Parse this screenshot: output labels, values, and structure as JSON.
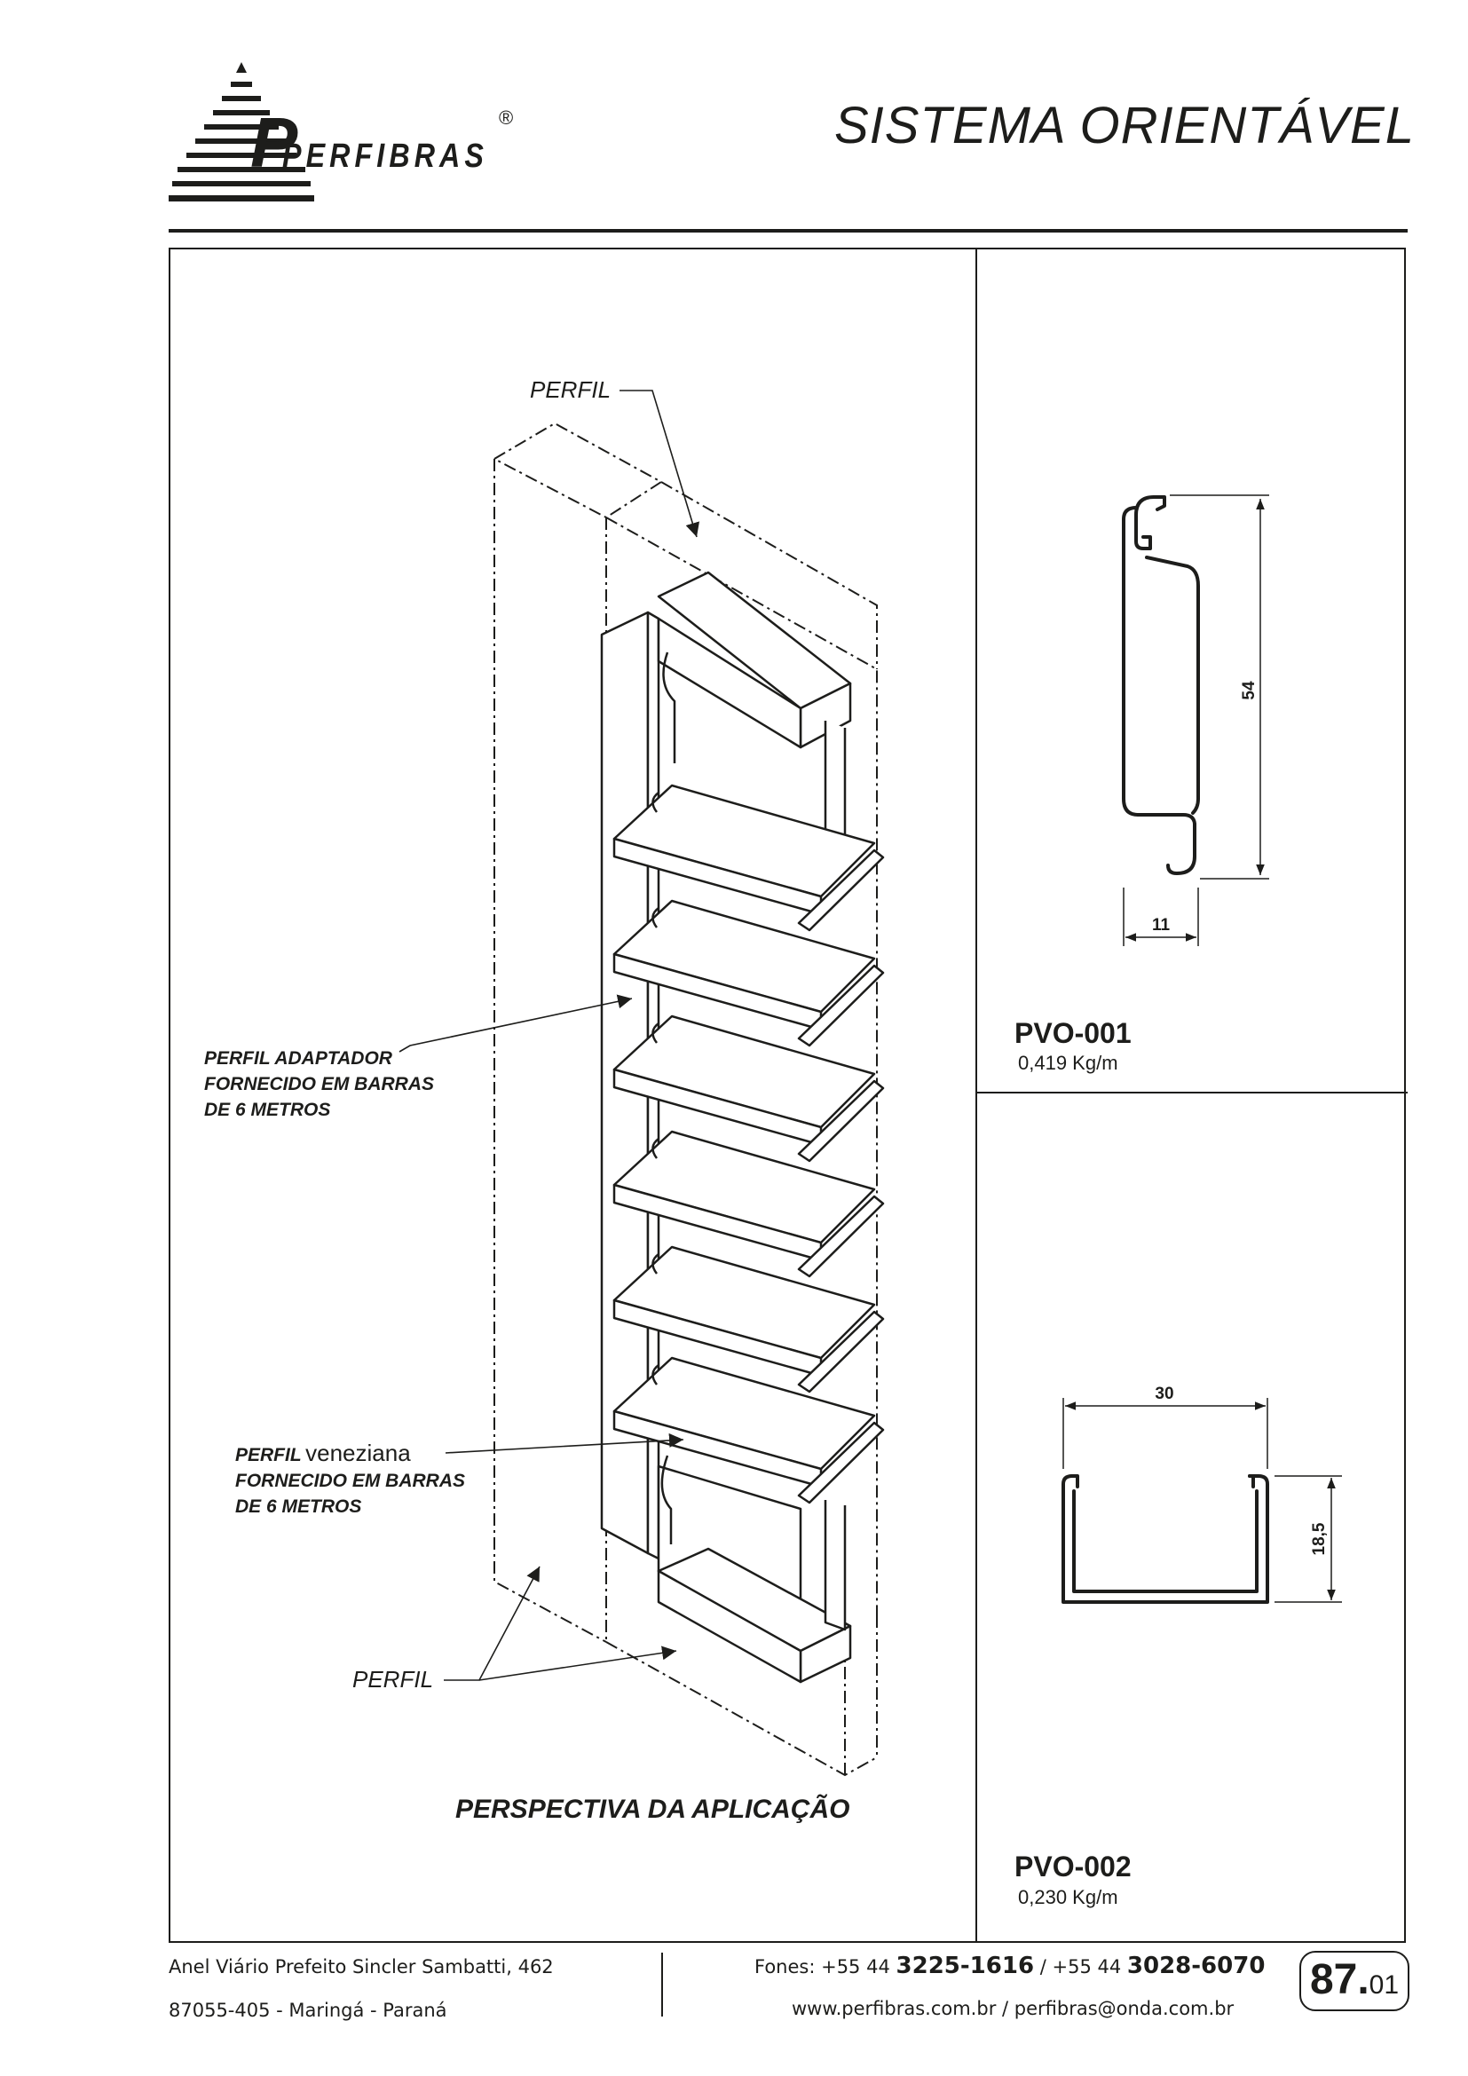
{
  "header": {
    "logo_text": "PERFIBRAS",
    "registered_mark": "®",
    "title": "SISTEMA ORIENTÁVEL"
  },
  "perspective": {
    "label_top": "PERFIL",
    "label_adapter": [
      "PERFIL ADAPTADOR",
      "FORNECIDO EM BARRAS",
      "DE 6 METROS"
    ],
    "label_blind_prefix": "PERFIL",
    "label_blind_word": "veneziana",
    "label_blind_lines": [
      "FORNECIDO EM BARRAS",
      "DE 6 METROS"
    ],
    "label_bottom": "PERFIL",
    "caption": "PERSPECTIVA DA APLICAÇÃO"
  },
  "profiles": [
    {
      "code": "PVO-001",
      "weight": "0,419 Kg/m",
      "dim_height": "54",
      "dim_width": "11"
    },
    {
      "code": "PVO-002",
      "weight": "0,230 Kg/m",
      "dim_width": "30",
      "dim_height": "18,5"
    }
  ],
  "footer": {
    "address_line1": "Anel Viário Prefeito Sincler Sambatti, 462",
    "address_line2": "87055-405  -  Maringá  -  Paraná",
    "phones_prefix1": "Fones: +55  44",
    "phone1": "3225-1616",
    "phones_sep": "/  +55  44",
    "phone2": "3028-6070",
    "web": "www.perfibras.com.br  /  perfibras@onda.com.br",
    "page_main": "87.",
    "page_sub": "01"
  }
}
